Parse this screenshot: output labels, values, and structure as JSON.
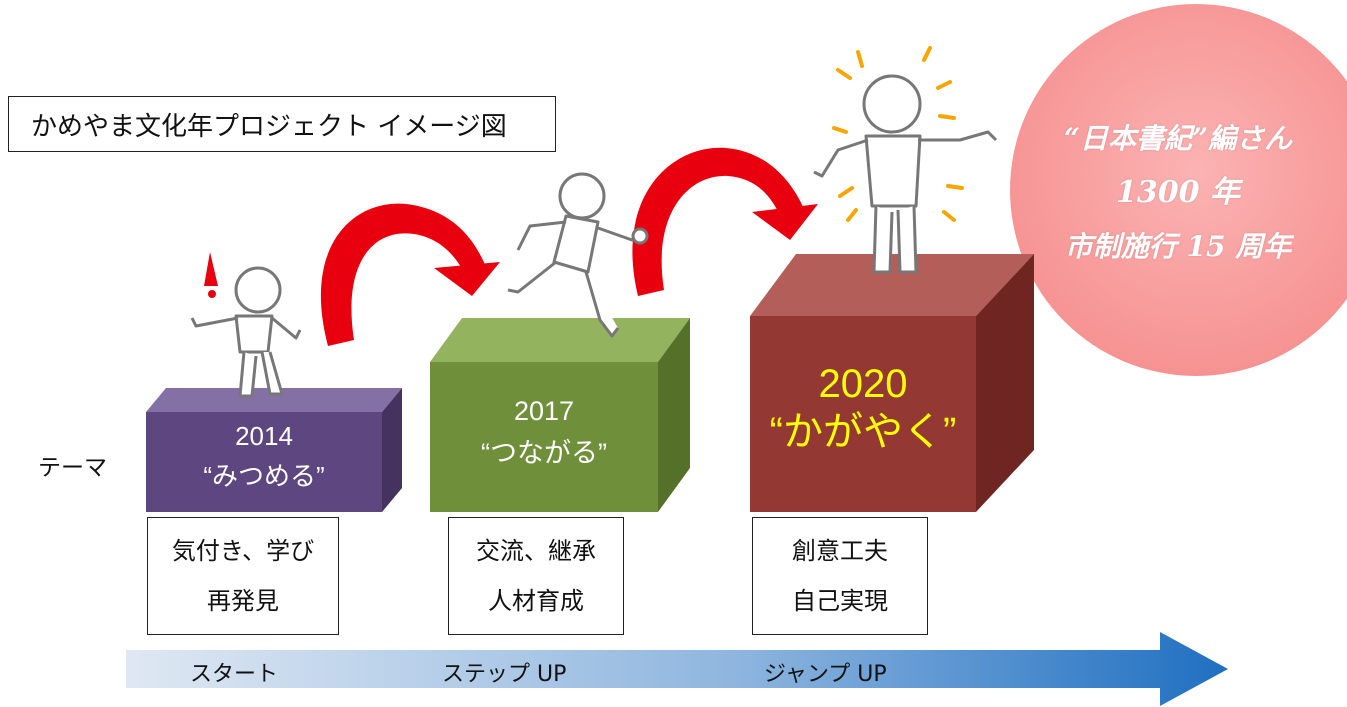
{
  "title": "かめやま文化年プロジェクト イメージ図",
  "theme_label": "テーマ",
  "stages": [
    {
      "year": "2014",
      "theme": "“みつめる”",
      "desc_lines": [
        "気付き、学び",
        "再発見"
      ],
      "color": "#5e4680"
    },
    {
      "year": "2017",
      "theme": "“つながる”",
      "desc_lines": [
        "交流、継承",
        "人材育成"
      ],
      "color": "#6f8f3a"
    },
    {
      "year": "2020",
      "theme": "“かがやく”",
      "desc_lines": [
        "創意工夫",
        "自己実現"
      ],
      "color": "#943834",
      "text_color": "#ffff00"
    }
  ],
  "timeline": {
    "labels": [
      "スタート",
      "ステップ UP",
      "ジャンプ UP"
    ],
    "color": "#2f7fc4"
  },
  "badge": {
    "lines": [
      "“日本書紀”編さん",
      "1300 年",
      "市制施行 15 周年"
    ],
    "color": "#f9a0a0"
  },
  "arrow_color": "#e8000e"
}
